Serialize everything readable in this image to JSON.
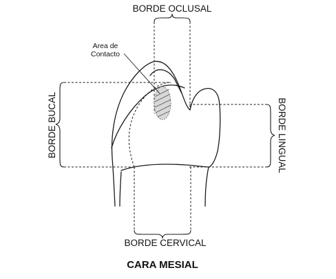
{
  "labels": {
    "top": "BORDE OCLUSAL",
    "left": "BORDE BUCAL",
    "right": "BORDE LINGUAL",
    "bottom": "BORDE CERVICAL",
    "contact_line1": "Area de",
    "contact_line2": "Contacto",
    "title": "CARA MESIAL"
  },
  "colors": {
    "ink": "#1a1a1a",
    "background": "#ffffff"
  }
}
